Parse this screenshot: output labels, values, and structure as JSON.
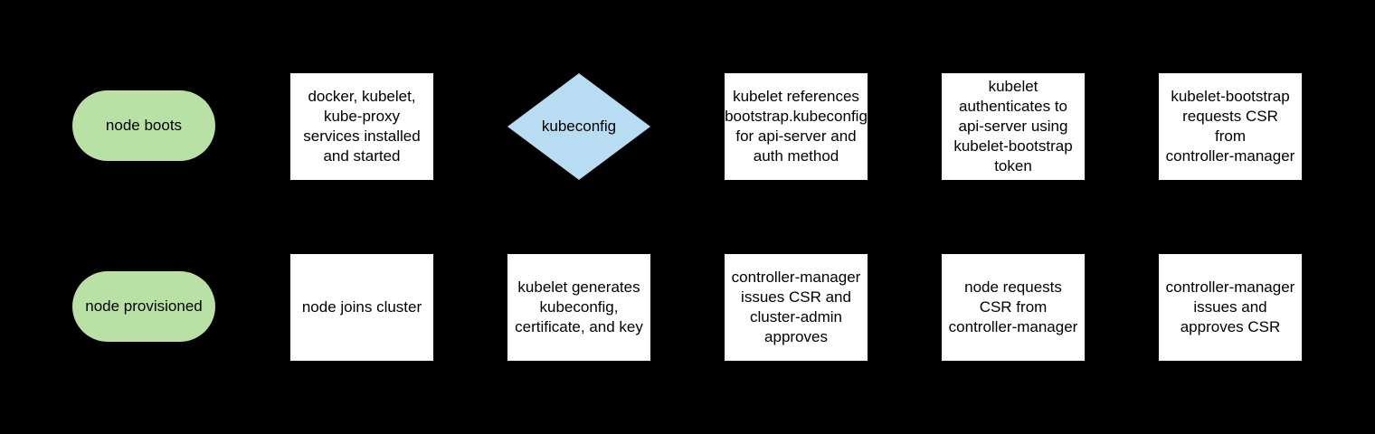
{
  "colors": {
    "background": "#000000",
    "process_fill": "#ffffff",
    "terminal_fill": "#b9e0a5",
    "decision_fill": "#b8ddf2",
    "text": "#000000"
  },
  "diagram": {
    "description": "kubernetes node bootstrap flowchart",
    "nodes": [
      {
        "id": "node-boots",
        "shape": "terminal",
        "row": 1,
        "col": 1,
        "label": "node boots"
      },
      {
        "id": "services-installed",
        "shape": "process",
        "row": 1,
        "col": 2,
        "label": "docker, kubelet,\nkube-proxy\nservices installed\nand started"
      },
      {
        "id": "kubeconfig-decision",
        "shape": "decision",
        "row": 1,
        "col": 3,
        "label": "kubeconfig"
      },
      {
        "id": "kubelet-references-bootstrap",
        "shape": "process",
        "row": 1,
        "col": 4,
        "label": "kubelet references\nbootstrap.kubeconfig\nfor api-server and\nauth method"
      },
      {
        "id": "kubelet-authenticates",
        "shape": "process",
        "row": 1,
        "col": 5,
        "label": "kubelet\nauthenticates to\napi-server using\nkubelet-bootstrap\ntoken"
      },
      {
        "id": "kubelet-bootstrap-requests-csr",
        "shape": "process",
        "row": 1,
        "col": 6,
        "label": "kubelet-bootstrap\nrequests CSR\nfrom\ncontroller-manager"
      },
      {
        "id": "node-provisioned",
        "shape": "terminal",
        "row": 2,
        "col": 1,
        "label": "node provisioned"
      },
      {
        "id": "node-joins-cluster",
        "shape": "process",
        "row": 2,
        "col": 2,
        "label": "node joins cluster"
      },
      {
        "id": "kubelet-generates-kubeconfig",
        "shape": "process",
        "row": 2,
        "col": 3,
        "label": "kubelet generates\nkubeconfig,\ncertificate, and key"
      },
      {
        "id": "controller-manager-issues-csr",
        "shape": "process",
        "row": 2,
        "col": 4,
        "label": "controller-manager\nissues CSR and\ncluster-admin\napproves"
      },
      {
        "id": "node-requests-csr",
        "shape": "process",
        "row": 2,
        "col": 5,
        "label": "node requests\nCSR from\ncontroller-manager"
      },
      {
        "id": "controller-manager-approves-csr",
        "shape": "process",
        "row": 2,
        "col": 6,
        "label": "controller-manager\nissues and\napproves CSR"
      }
    ]
  }
}
